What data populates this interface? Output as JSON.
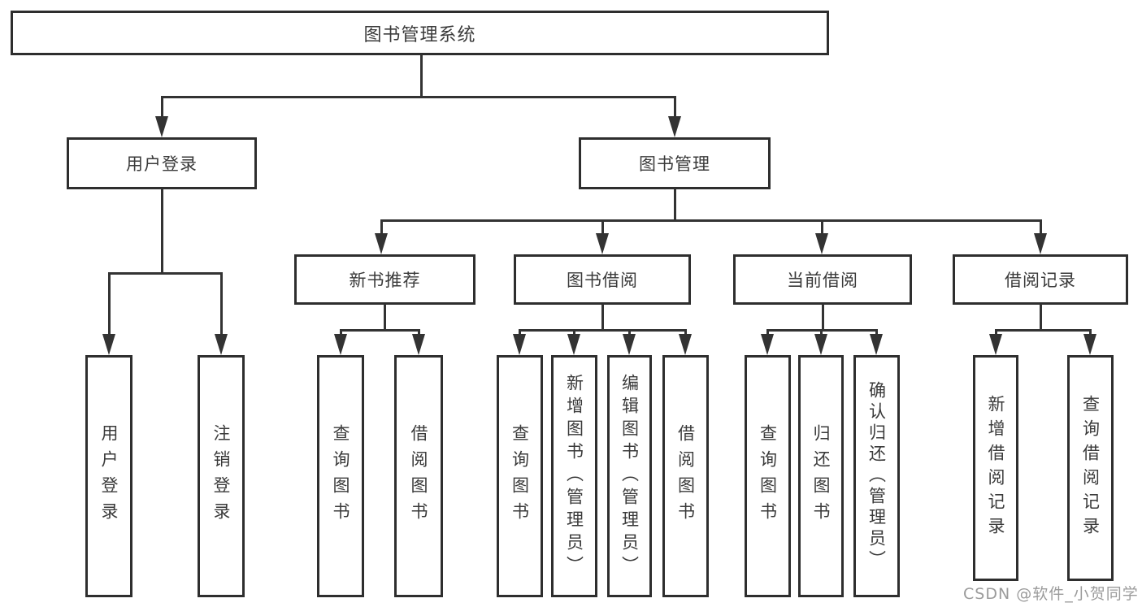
{
  "diagram": {
    "root": "图书管理系统",
    "level1": {
      "user_login": "用户登录",
      "book_mgmt": "图书管理"
    },
    "level2": {
      "new_books": "新书推荐",
      "book_borrow": "图书借阅",
      "current_borrow": "当前借阅",
      "borrow_records": "借阅记录"
    },
    "leaves": {
      "user_login": [
        "用户登录",
        "注销登录"
      ],
      "new_books": [
        "查询图书",
        "借阅图书"
      ],
      "book_borrow": [
        "查询图书",
        "新增图书（管理员）",
        "编辑图书（管理员）",
        "借阅图书"
      ],
      "current_borrow": [
        "查询图书",
        "归还图书",
        "确认归还（管理员）"
      ],
      "borrow_records": [
        "新增借阅记录",
        "查询借阅记录"
      ]
    }
  },
  "watermark": "CSDN @软件_小贺同学",
  "colors": {
    "bg": "#ffffff",
    "line": "#333333",
    "box-border": "#2e2e2e",
    "text": "#3a3a3a",
    "watermark": "#9b9b9b"
  }
}
